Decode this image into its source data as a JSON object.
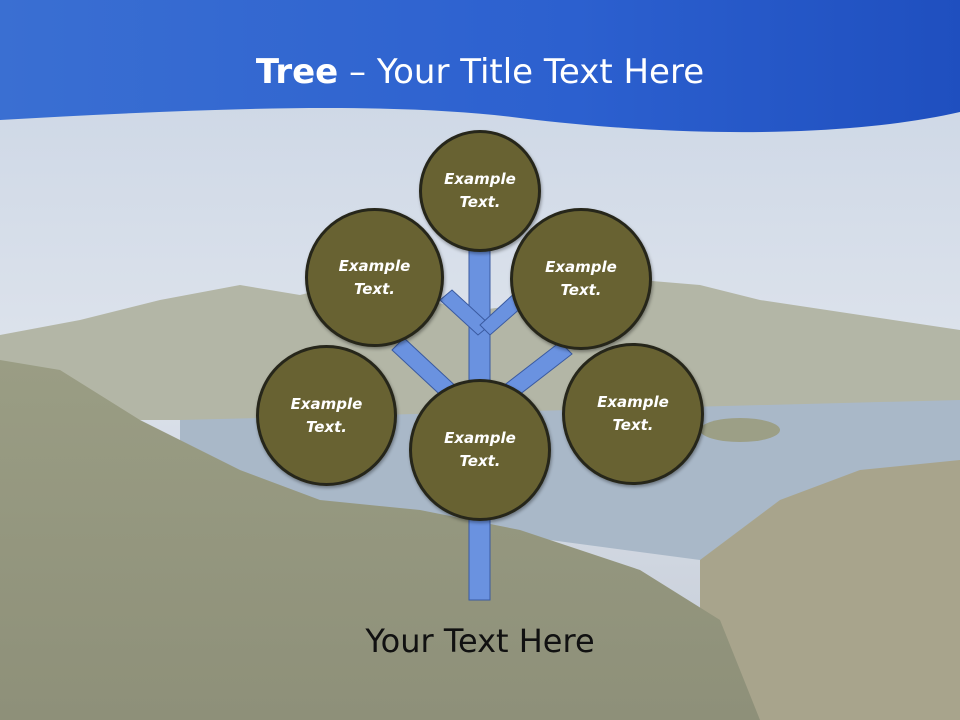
{
  "slide": {
    "title_bold": "Tree",
    "title_dash": " – ",
    "title_rest": "Your Title Text Here",
    "footer_text": "Your Text Here"
  },
  "nodes": [
    {
      "label": "Example Text."
    },
    {
      "label": "Example Text."
    },
    {
      "label": "Example Text."
    },
    {
      "label": "Example Text."
    },
    {
      "label": "Example Text."
    },
    {
      "label": "Example Text."
    }
  ],
  "colors": {
    "header_blue": "#2a5ccc",
    "node_fill": "#686232",
    "node_border": "#26261a",
    "trunk": "#6a92e0"
  }
}
